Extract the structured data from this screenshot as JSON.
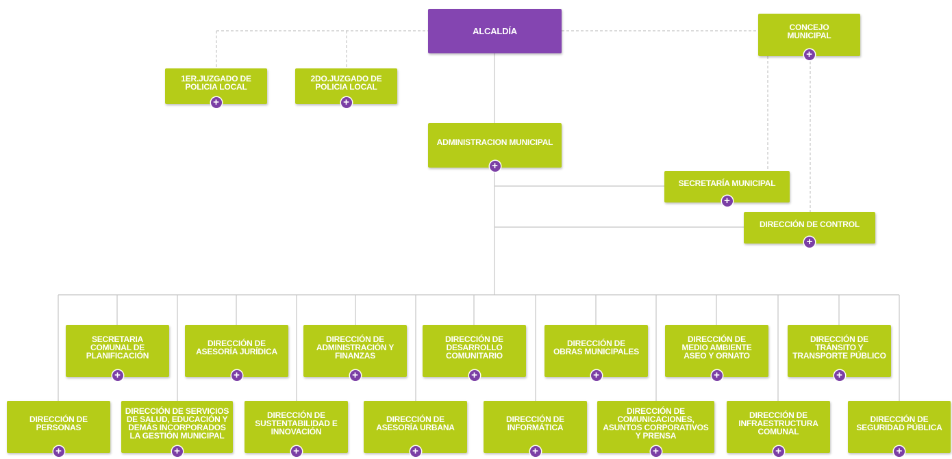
{
  "org_chart": {
    "alcaldia": {
      "label": "ALCALDÍA"
    },
    "concejo": {
      "label": "CONCEJO\nMUNICIPAL"
    },
    "juzgado1": {
      "label": "1ER.JUZGADO DE\nPOLICIA LOCAL"
    },
    "juzgado2": {
      "label": "2DO.JUZGADO DE\nPOLICIA LOCAL"
    },
    "administracion": {
      "label": "ADMINISTRACION MUNICIPAL"
    },
    "secretaria_municipal": {
      "label": "SECRETARÍA MUNICIPAL"
    },
    "direccion_control": {
      "label": "DIRECCIÓN DE CONTROL"
    },
    "upper_row": [
      {
        "label": "SECRETARIA\nCOMUNAL DE\nPLANIFICACIÓN"
      },
      {
        "label": "DIRECCIÓN DE\nASESORÍA JURÍDICA"
      },
      {
        "label": "DIRECCIÓN DE\nADMINISTRACIÓN Y\nFINANZAS"
      },
      {
        "label": "DIRECCIÓN DE\nDESARROLLO\nCOMUNITARIO"
      },
      {
        "label": "DIRECCIÓN DE\nOBRAS MUNICIPALES"
      },
      {
        "label": "DIRECCIÓN DE\nMEDIO AMBIENTE\nASEO Y ORNATO"
      },
      {
        "label": "DIRECCIÓN DE\nTRÁNSITO Y\nTRANSPORTE PÚBLICO"
      }
    ],
    "lower_row": [
      {
        "label": "DIRECCIÓN DE\nPERSONAS"
      },
      {
        "label": "DIRECCIÓN DE SERVICIOS\nDE SALUD, EDUCACIÓN Y\nDEMÁS INCORPORADOS\nLA GESTIÓN MUNICIPAL"
      },
      {
        "label": "DIRECCIÓN DE\nSUSTENTABILIDAD E\nINNOVACIÓN"
      },
      {
        "label": "DIRECCIÓN DE\nASESORÍA URBANA"
      },
      {
        "label": "DIRECCIÓN DE\nINFORMÁTICA"
      },
      {
        "label": "DIRECCIÓN DE\nCOMUNICACIONES,\nASUNTOS CORPORATIVOS\nY PRENSA"
      },
      {
        "label": "DIRECCIÓN DE\nINFRAESTRUCTURA\nCOMUNAL"
      },
      {
        "label": "DIRECCIÓN DE\nSEGURIDAD PÚBLICA"
      }
    ],
    "expand_symbol": "+"
  },
  "colors": {
    "top_box": "#8445b1",
    "unit_box": "#b5cc18",
    "plus_icon": "#7b3fa5",
    "connector": "#c4c4c4"
  }
}
